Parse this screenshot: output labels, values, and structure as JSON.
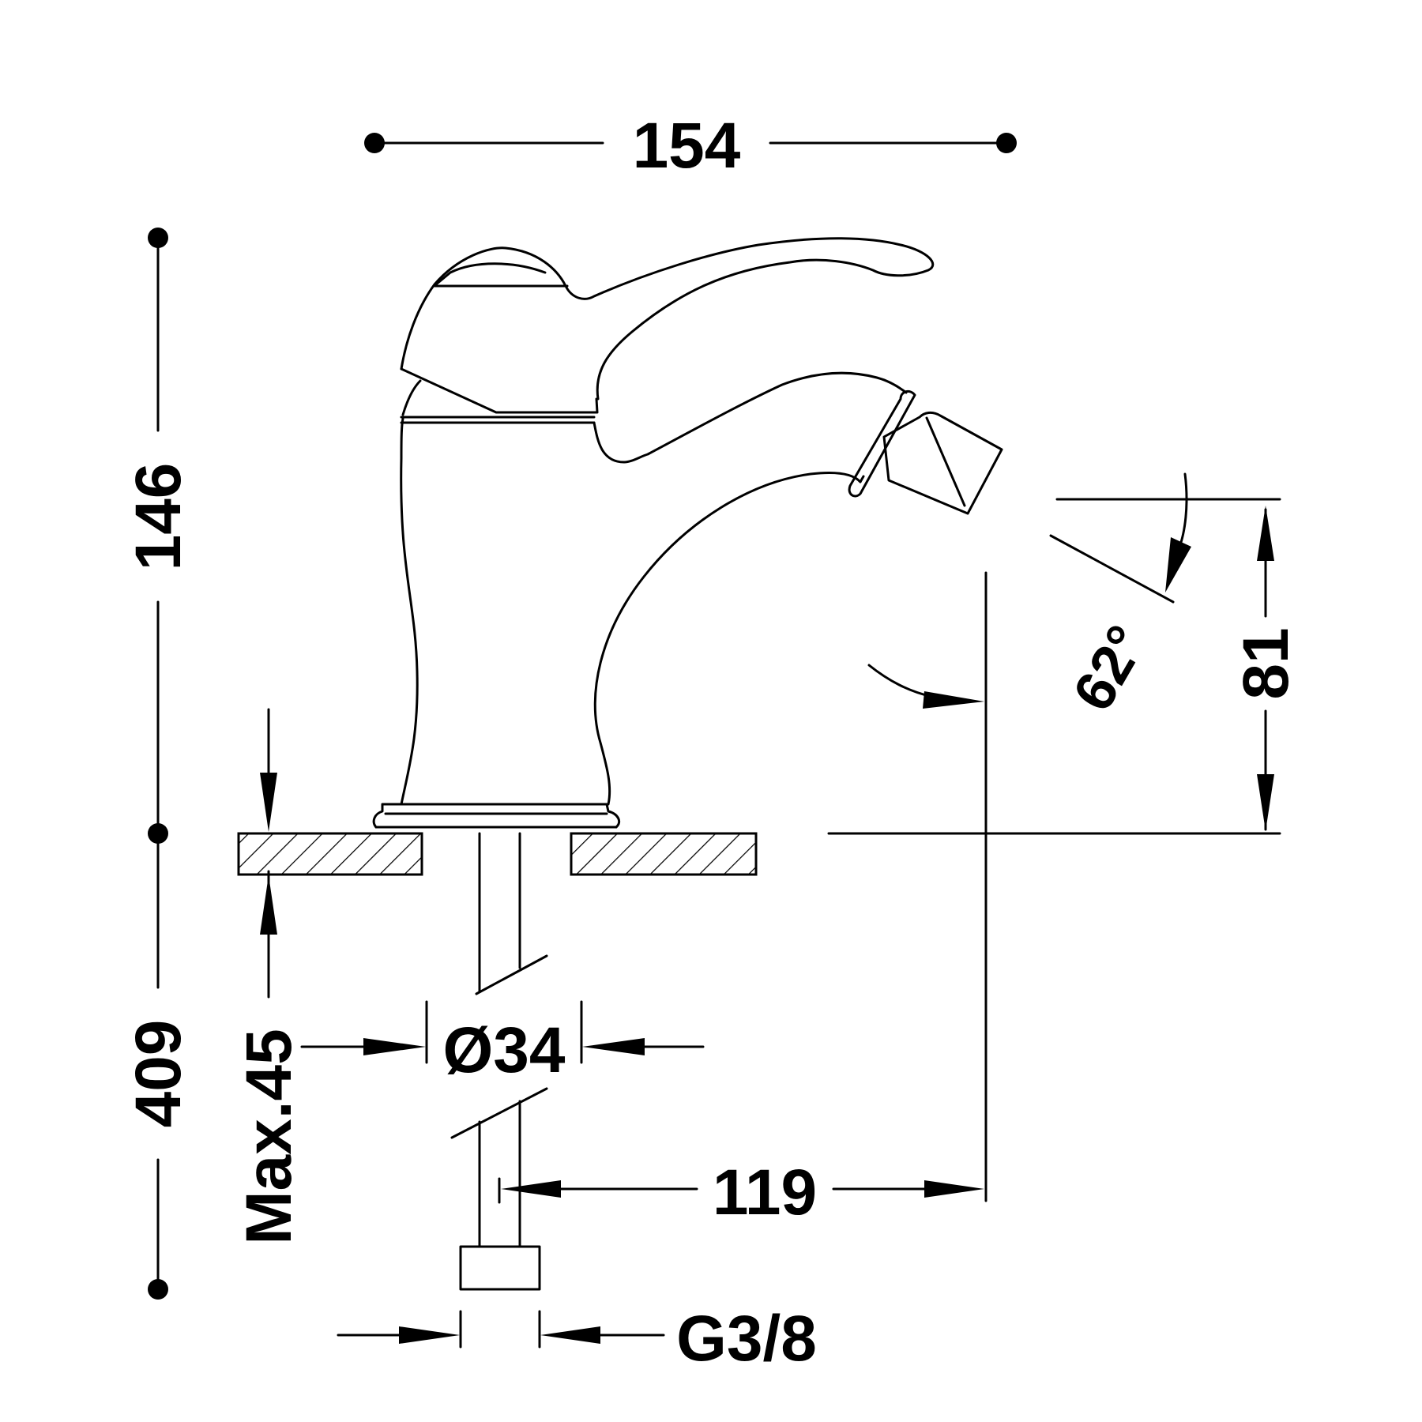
{
  "dimensions": {
    "width_total": "154",
    "height_total": "146",
    "pipe_length": "409",
    "max_thickness": "Max.45",
    "hole_diameter": "Ø34",
    "spout_reach": "119",
    "spout_height": "81",
    "spout_angle": "62°",
    "connection": "G3/8"
  }
}
